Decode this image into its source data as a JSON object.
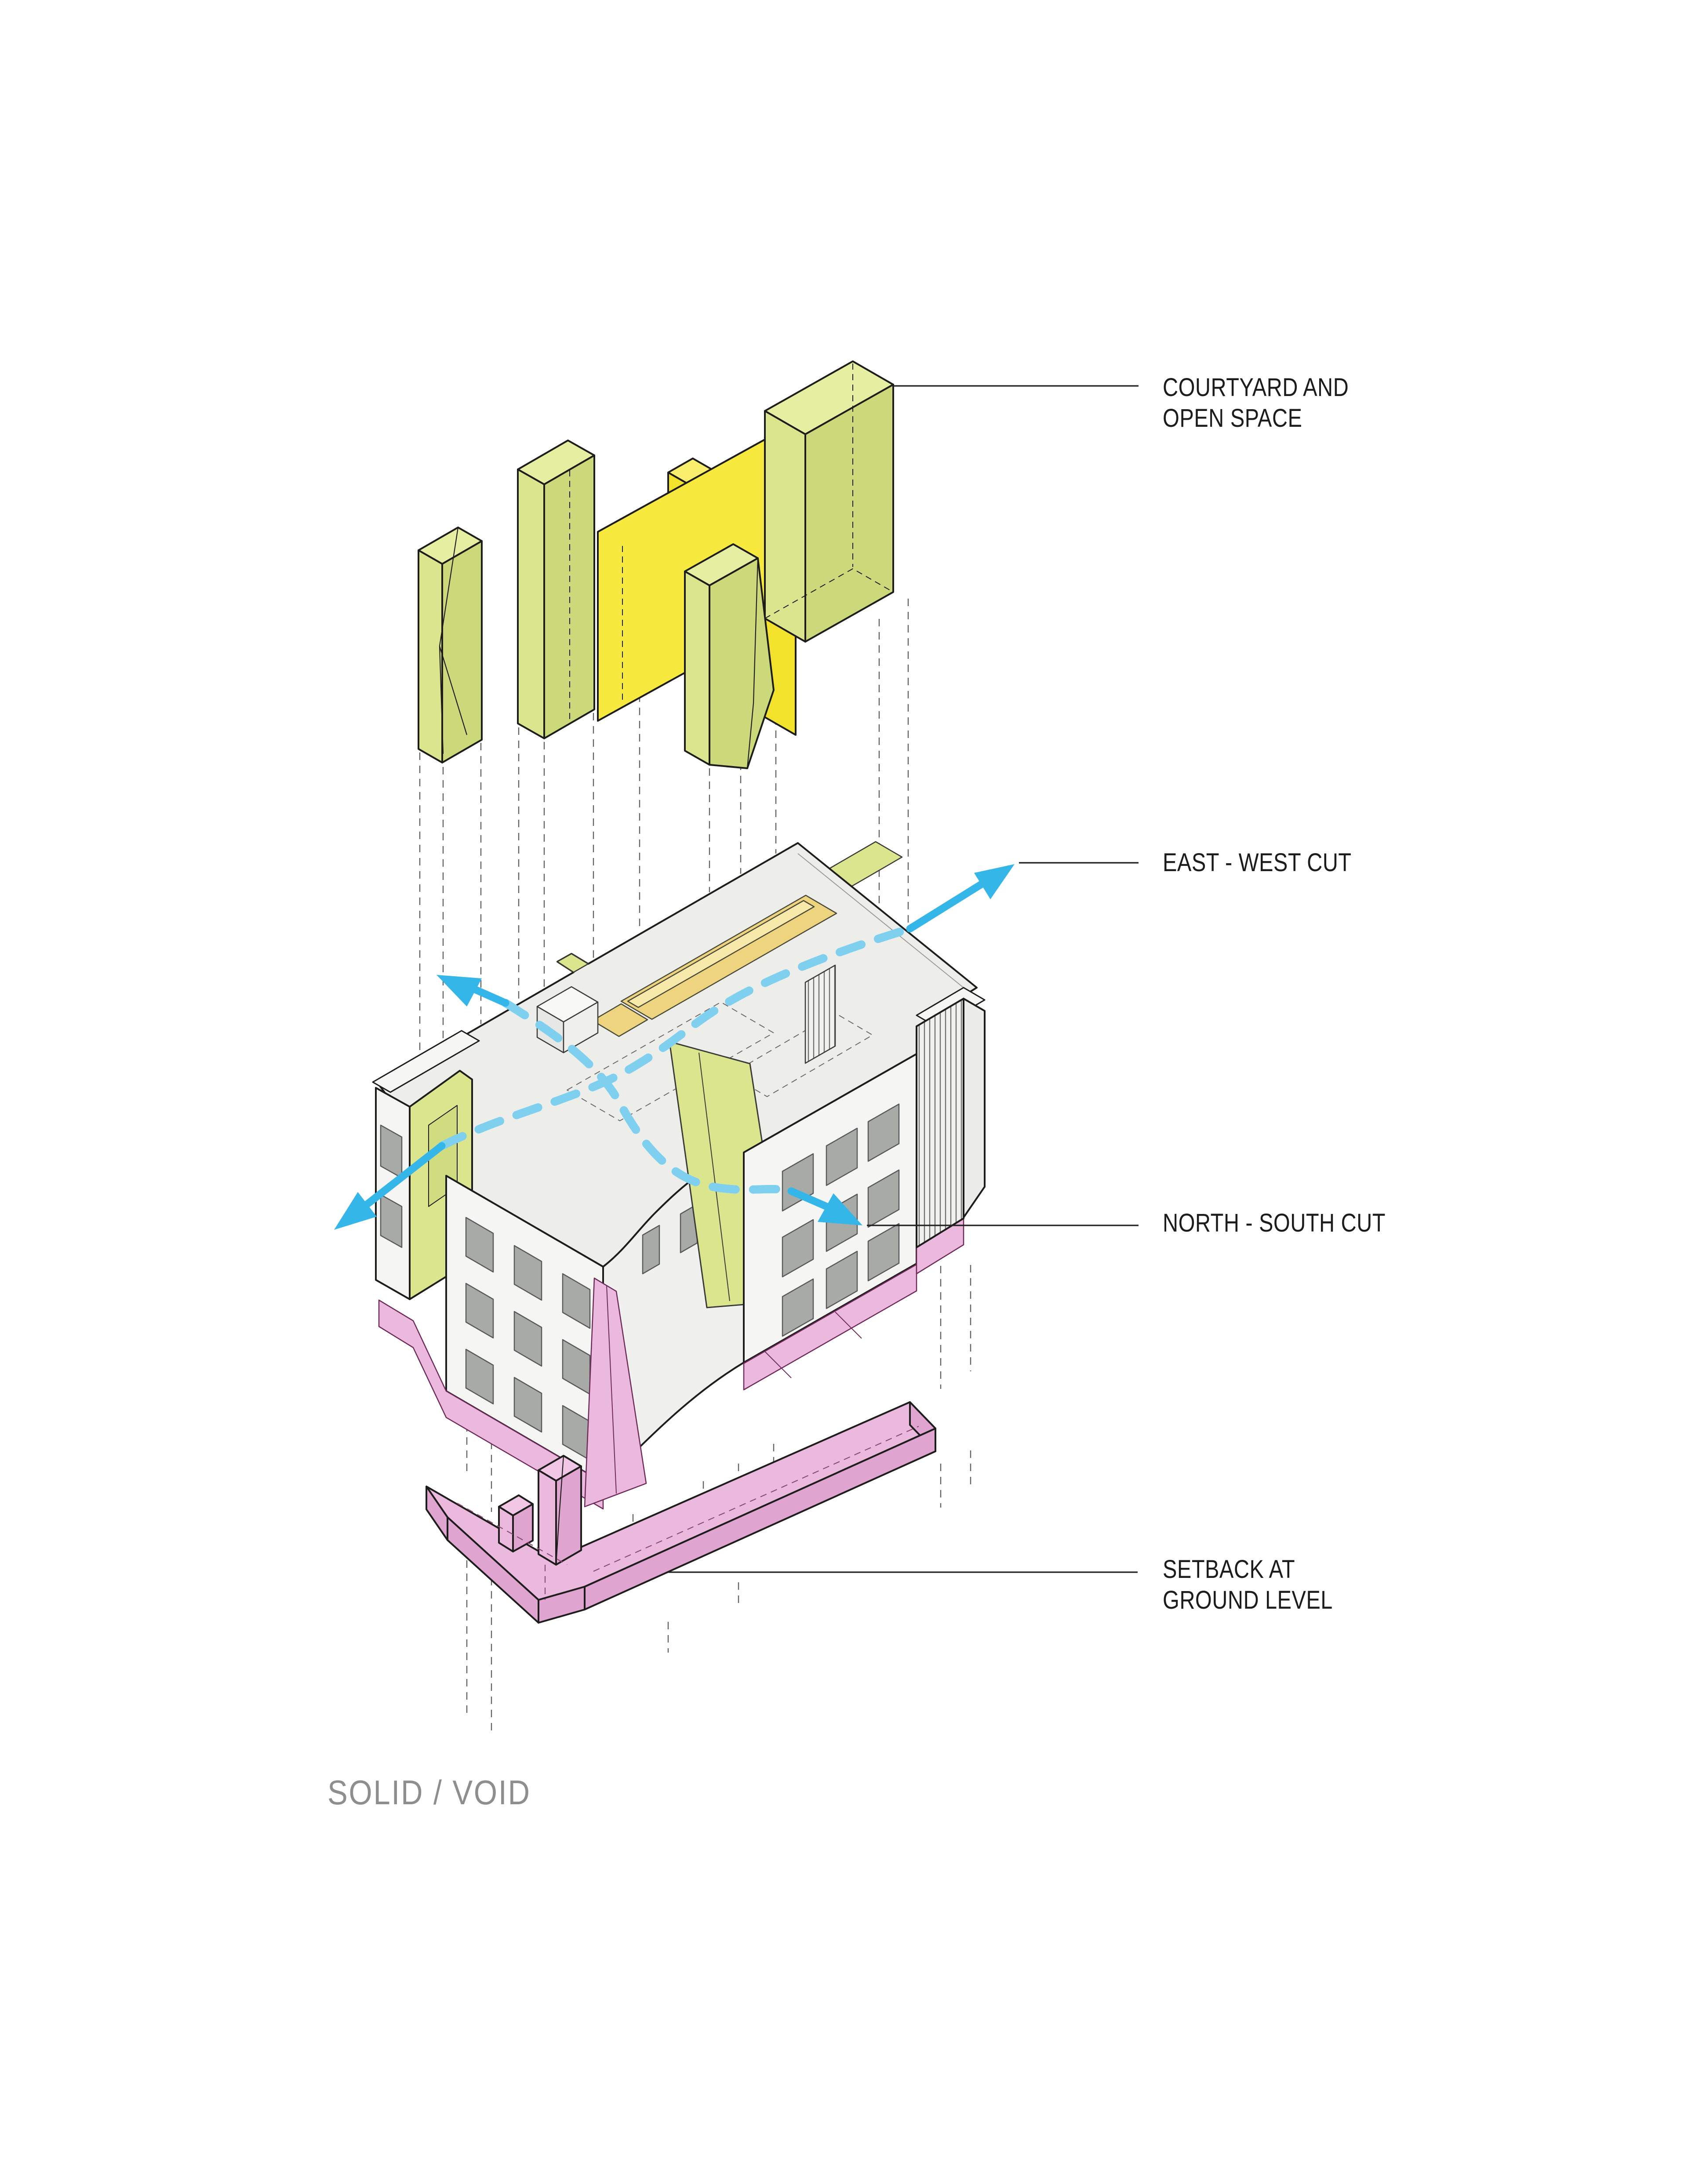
{
  "page": {
    "background": "#ffffff"
  },
  "title": {
    "text": "SOLID / VOID"
  },
  "annotations": [
    {
      "id": "courtyard-open-space",
      "lines": [
        "COURTYARD AND",
        "OPEN SPACE"
      ]
    },
    {
      "id": "east-west-cut",
      "lines": [
        "EAST - WEST CUT"
      ]
    },
    {
      "id": "north-south-cut",
      "lines": [
        "NORTH - SOUTH CUT"
      ]
    },
    {
      "id": "setback-ground-level",
      "lines": [
        "SETBACK AT",
        "GROUND LEVEL"
      ]
    }
  ],
  "colors": {
    "accent_cyan": "#35b6e9",
    "accent_cyan_light": "#7fd0ef",
    "volume_green_top": "#e6eea2",
    "volume_green": "#dbe58e",
    "volume_green_shade": "#ccd97b",
    "courtyard_yellow": "#f8e93e",
    "courtyard_yellow_deep": "#f3e22c",
    "roof_deck_amber": "#eed47e",
    "roof_deck_amber_light": "#f6e9a9",
    "setback_pink": "#ecb9de",
    "setback_pink_shade": "#e0a4d1",
    "wall_white": "#f5f5f3",
    "wall_shade": "#ececea",
    "roof_gray": "#edeeea",
    "window_gray": "#a8aaa6",
    "ink": "#1d1d1b",
    "line_gray": "#616161",
    "title_gray": "#8e8e8e"
  }
}
